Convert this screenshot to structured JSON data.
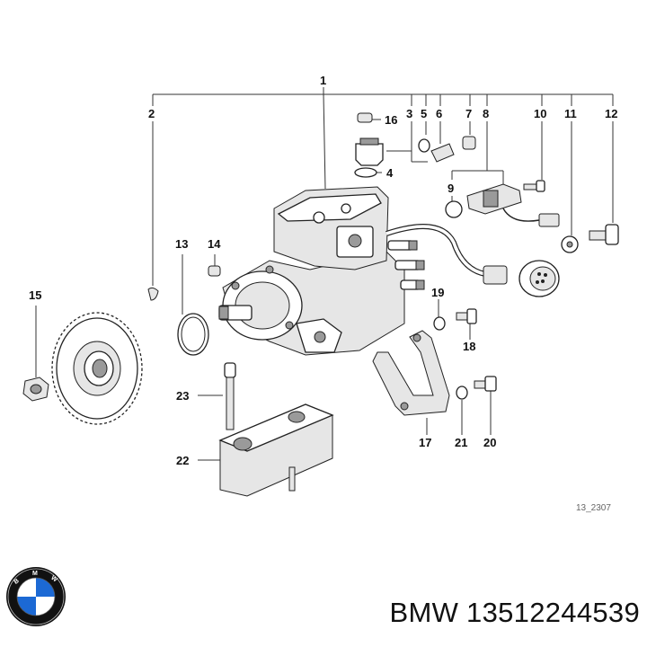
{
  "callouts": {
    "c1": "1",
    "c2": "2",
    "c3": "3",
    "c4": "4",
    "c5": "5",
    "c6": "6",
    "c7": "7",
    "c8": "8",
    "c9": "9",
    "c10": "10",
    "c11": "11",
    "c12": "12",
    "c13": "13",
    "c14": "14",
    "c15": "15",
    "c16": "16",
    "c17": "17",
    "c18": "18",
    "c19": "19",
    "c20": "20",
    "c21": "21",
    "c22": "22",
    "c23": "23"
  },
  "drawing_ref": "13_2307",
  "logo": {
    "text": "BMW",
    "colors": {
      "ring": "#111111",
      "blue": "#1c69d4",
      "white": "#ffffff"
    }
  },
  "caption": "BMW 13512244539"
}
